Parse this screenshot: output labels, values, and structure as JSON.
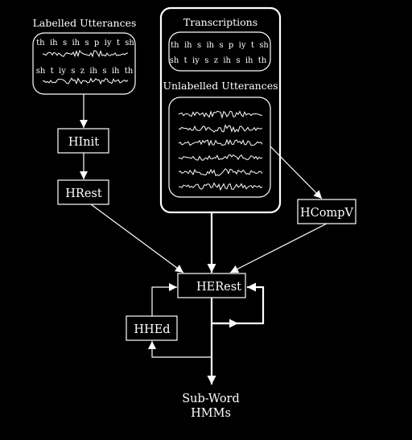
{
  "labelled": {
    "title": "Labelled Utterances",
    "lines": [
      "th  ih  s  ih  s  p  iy  t  sh",
      "sh  t  iy  s  z  ih  s  ih  th"
    ]
  },
  "transcriptions": {
    "title": "Transcriptions",
    "lines": [
      "th  ih  s  ih  s  p  iy  t  sh",
      "sh  t  iy  s  z  ih  s  ih  th"
    ]
  },
  "unlabelled": {
    "title": "Unlabelled Utterances"
  },
  "tools": {
    "hinit": "HInit",
    "hrest": "HRest",
    "hcompv": "HCompV",
    "herest": "HERest",
    "hhed": "HHEd"
  },
  "output": {
    "line1": "Sub-Word",
    "line2": "HMMs"
  }
}
